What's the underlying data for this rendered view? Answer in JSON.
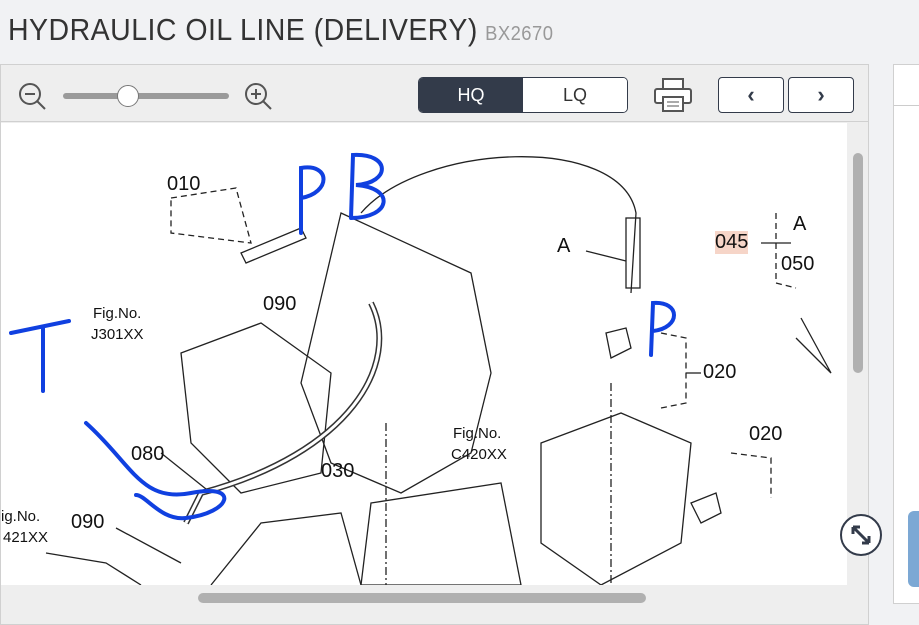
{
  "header": {
    "title": "HYDRAULIC OIL LINE (DELIVERY)",
    "model": "BX2670"
  },
  "toolbar": {
    "hq_label": "HQ",
    "lq_label": "LQ",
    "quality_selected": "HQ",
    "zoom_level": 0.4,
    "prev_icon": "‹",
    "next_icon": "›"
  },
  "diagram": {
    "labels": {
      "p010": "010",
      "p090a": "090",
      "fig_j301": "Fig.No.",
      "fig_j301_code": "J301XX",
      "p080": "080",
      "p030": "030",
      "fig_c420": "Fig.No.",
      "fig_c420_code": "C420XX",
      "p090b": "090",
      "fig_421": "ig.No.",
      "fig_421_code": "421XX",
      "a1": "A",
      "p045": "045",
      "a2": "A",
      "p050": "050",
      "p020a": "020",
      "p020b": "020"
    },
    "annotations": {
      "pb": "PB",
      "p": "P",
      "t": "T"
    },
    "highlight_color": "#f6d5c8",
    "annotation_color": "#1040e0"
  }
}
